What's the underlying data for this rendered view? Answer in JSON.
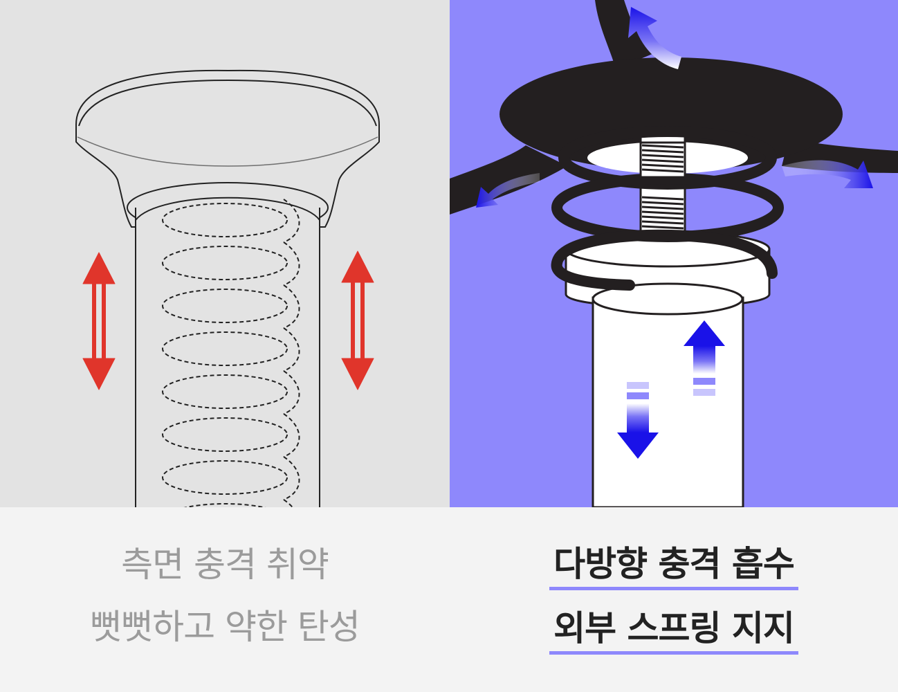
{
  "left_caption": {
    "line1": "측면 충격 취약",
    "line2": "뻣뻣하고 약한 탄성"
  },
  "right_caption": {
    "line1": "다방향 충격 흡수",
    "line2": "외부 스프링 지지"
  },
  "colors": {
    "left_background": "#e3e3e3",
    "right_background": "#8e88fc",
    "caption_background": "#f3f3f3",
    "red_arrow": "#e0352b",
    "blue_arrow": "#1a12e8",
    "underline": "#8e88fc"
  },
  "icons": {
    "left": "internal-spring-leg-outline",
    "right": "external-spring-leg",
    "left_arrows": "double-headed-arrow",
    "right_arrows": "gradient-up-down-arrows"
  }
}
